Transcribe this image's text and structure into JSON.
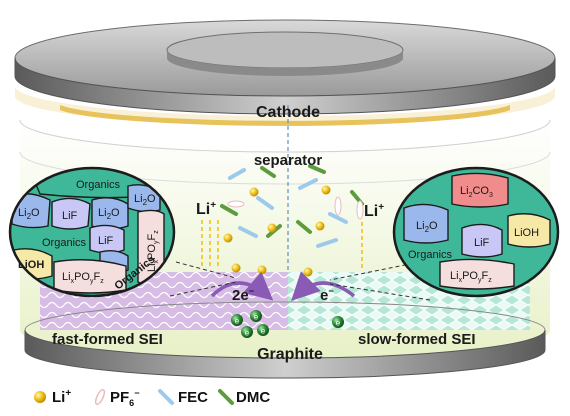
{
  "labels": {
    "cathode": "Cathode",
    "separator": "separator",
    "graphite": "Graphite",
    "fast_sei": "fast-formed SEI",
    "slow_sei": "slow-formed SEI",
    "li_plus_left": "Li",
    "li_plus_right": "Li",
    "plus_sup": "+",
    "two_e": "2e",
    "one_e": "e",
    "minus_sup": "−",
    "e_ball": "e"
  },
  "left_inset": {
    "organics_top": "Organics",
    "li2o_a": "Li",
    "li2o_b": "Li",
    "li2o_c": "Li",
    "lif_a": "LiF",
    "lif_b": "LiF",
    "organics_mid": "Organics",
    "organics_bottom": "Organics",
    "lioh": "LiOH",
    "lixpoyfz": "Li",
    "lixpofz_vert": "Li",
    "sub2": "2",
    "o": "O",
    "x": "x",
    "po": "PO",
    "y": "y",
    "f": "F",
    "z": "z"
  },
  "right_inset": {
    "li2co3": "Li",
    "co3": "CO",
    "sub3": "3",
    "sub2": "2",
    "li2o": "Li",
    "o": "O",
    "lif": "LiF",
    "lioh": "LiOH",
    "organics": "Organics",
    "lixpofz": "Li",
    "x": "x",
    "po": "PO",
    "y": "y",
    "f": "F",
    "z": "z"
  },
  "legend": {
    "li_plus": "Li",
    "plus": "+",
    "pf6": "PF",
    "pf6_sub": "6",
    "pf6_sup": "−",
    "fec": "FEC",
    "dmc": "DMC"
  },
  "colors": {
    "cathode_band": "#e8c25a",
    "electrolyte_glow": "#e9f3c8",
    "fast_sei": "#c9a7d9",
    "slow_sei": "#a8e0cc",
    "li_ball": "#f1c21b",
    "electron_ball": "#2e8b3a",
    "inset_border": "#1c1c1c",
    "organics_fill": "#3fb89a",
    "li2o_fill": "#9bb8ec",
    "lif_fill": "#c8c7f5",
    "lioh_fill": "#f6e8a6",
    "li2co3_fill": "#f08c8c",
    "lixpofz_fill": "#f4dede",
    "fec_mark": "#9cc9ec",
    "dmc_mark": "#5c9c3c"
  },
  "icons": [
    "li-ion-ball-icon",
    "pf6-anion-icon",
    "fec-molecule-icon",
    "dmc-molecule-icon",
    "electron-icon",
    "curved-arrow-icon"
  ]
}
